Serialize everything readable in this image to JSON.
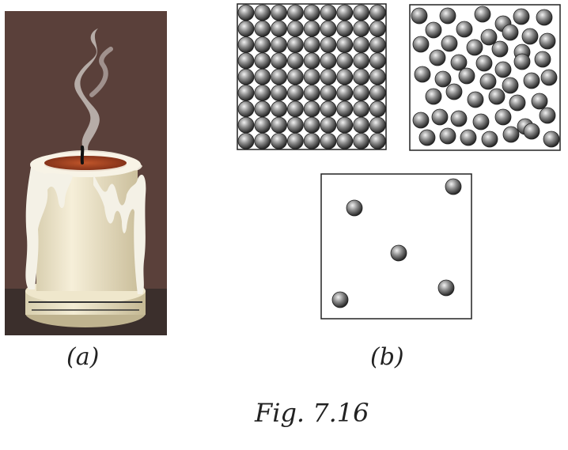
{
  "figure": {
    "caption": "Fig. 7.16",
    "panel_a_label": "(a)",
    "panel_b_label": "(b)"
  },
  "panel_a": {
    "subject": "melting-candle-illustration",
    "colors": {
      "background": "#5a403a",
      "floor": "#3b2f2c",
      "wax": "#efe6cc",
      "drip": "#f4f1e6",
      "smoke": "#d6d0cc"
    }
  },
  "panel_b": {
    "boxes": [
      {
        "state": "solid",
        "arrangement": "tightly-packed-grid",
        "rows": 9,
        "cols": 9
      },
      {
        "state": "liquid",
        "arrangement": "loosely-packed"
      },
      {
        "state": "gas",
        "arrangement": "widely-spaced",
        "particle_count": 5
      }
    ],
    "colors": {
      "particle_light": "#f2f2f2",
      "particle_dark": "#1a1a1a",
      "box_border": "#222222"
    }
  }
}
